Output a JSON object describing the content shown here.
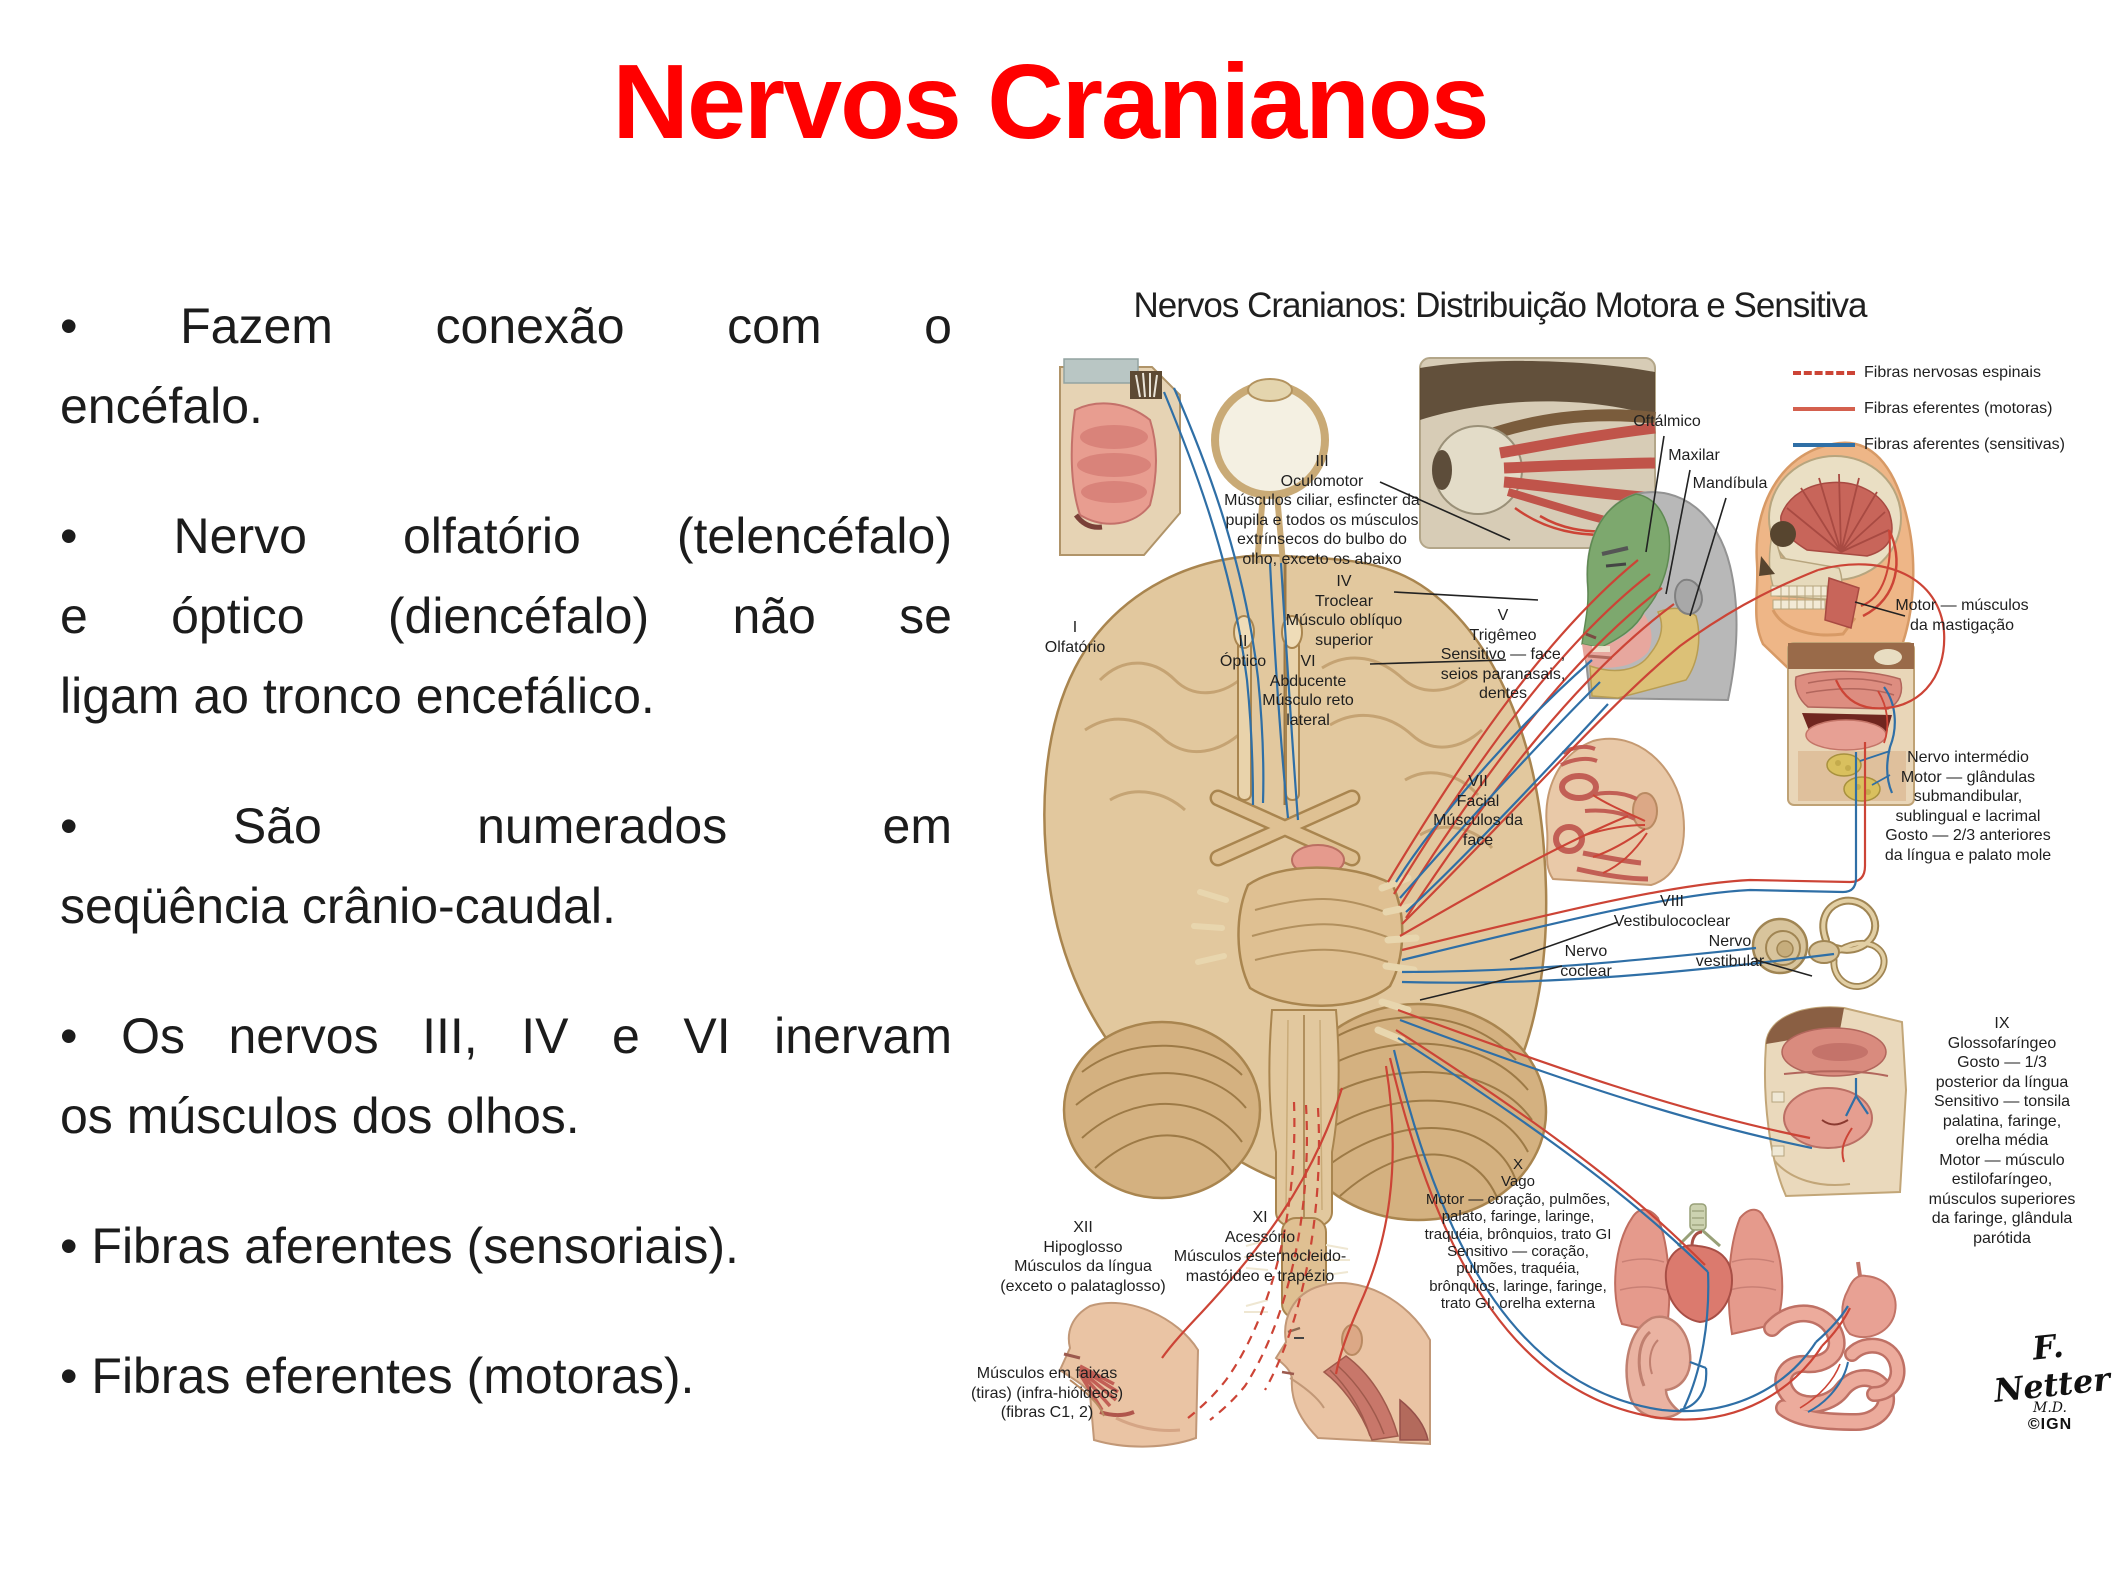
{
  "slide": {
    "title": "Nervos Cranianos",
    "title_color": "#ff0000"
  },
  "bullets": [
    [
      "Fazem conexão com o",
      "encéfalo."
    ],
    [
      "Nervo olfatório (telencéfalo)",
      "e óptico (diencéfalo) não se",
      "ligam ao tronco encefálico."
    ],
    [
      "São numerados em",
      "seqüência crânio-caudal."
    ],
    [
      "Os nervos III, IV e VI inervam",
      "os músculos dos olhos."
    ],
    [
      "Fibras aferentes (sensoriais)."
    ],
    [
      "Fibras eferentes (motoras)."
    ]
  ],
  "figure": {
    "title": "Nervos Cranianos: Distribuição Motora e Sensitiva",
    "legend": [
      {
        "label": "Fibras nervosas espinais",
        "style": "dashed-red",
        "color": "#cc4436"
      },
      {
        "label": "Fibras eferentes (motoras)",
        "style": "solid-red",
        "color": "#d4604e"
      },
      {
        "label": "Fibras aferentes (sensitivas)",
        "style": "solid-blue",
        "color": "#2f6fa6"
      }
    ],
    "labels": {
      "cn1": "I\nOlfatório",
      "cn2": "II\nÓptico",
      "cn3": "III\nOculomotor\nMúsculos ciliar, esfincter da\npupila e todos os músculos\nextrínsecos do bulbo do\nolho, exceto os abaixo",
      "cn4": "IV\nTroclear\nMúsculo oblíquo\nsuperior",
      "cn6": "VI\nAbducente\nMúsculo reto\nlateral",
      "cn5": "V\nTrigêmeo\nSensitivo — face,\nseios paranasais,\ndentes",
      "oftalmico": "Oftálmico",
      "maxilar": "Maxilar",
      "mandibula": "Mandíbula",
      "mastigacao": "Motor — músculos\nda mastigação",
      "intermedio": "Nervo intermédio\nMotor — glândulas\nsubmandibular,\nsublingual e lacrimal\nGosto — 2/3 anteriores\nda língua e palato mole",
      "cn7": "VII\nFacial\nMúsculos da\nface",
      "cn8": "VIII\nVestibulococlear",
      "coclear": "Nervo\ncoclear",
      "vestibular": "Nervo\nvestibular",
      "cn9": "IX\nGlossofaríngeo\nGosto — 1/3\nposterior da língua\nSensitivo — tonsila\npalatina, faringe,\norelha média\nMotor — músculo\nestilofaríngeo,\nmúsculos superiores\nda faringe, glândula\nparótida",
      "cn10": "X\nVago\nMotor — coração, pulmões,\npalato, faringe, laringe,\ntraquéia, brônquios, trato GI\nSensitivo — coração,\npulmões, traquéia,\nbrônquios, laringe, faringe,\ntrato GI, orelha externa",
      "cn11": "XI\nAcessório\nMúsculos esternocleido-\nmastóideo e trapézio",
      "cn12": "XII\nHipoglosso\nMúsculos da língua\n(exceto o palataglosso)",
      "faixas": "Músculos em faixas\n(tiras) (infra-hióideos)\n(fibras C1, 2)"
    },
    "signature": {
      "name": "F. Netter",
      "degree": "M.D.",
      "logo": "©IGN"
    }
  }
}
